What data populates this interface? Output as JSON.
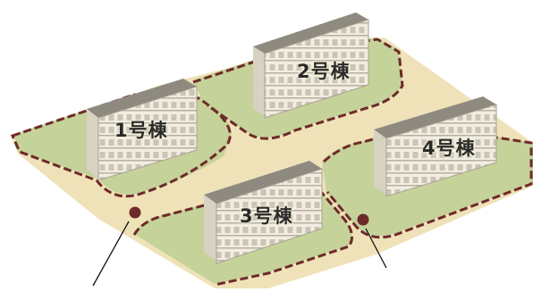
{
  "diagram": {
    "buildings": [
      {
        "id": "b1",
        "label": "1号棟"
      },
      {
        "id": "b2",
        "label": "2号棟"
      },
      {
        "id": "b3",
        "label": "3号棟"
      },
      {
        "id": "b4",
        "label": "4号棟"
      }
    ],
    "callouts": [
      {
        "id": "left-path-marker"
      },
      {
        "id": "right-path-marker"
      }
    ],
    "colors": {
      "lawn": "#c5d29a",
      "path": "#efe2b8",
      "boundary": "#6e2a2a",
      "building_wall": "#f2ede0",
      "building_roof": "#8f8a80",
      "window": "#c9c4b6"
    }
  }
}
